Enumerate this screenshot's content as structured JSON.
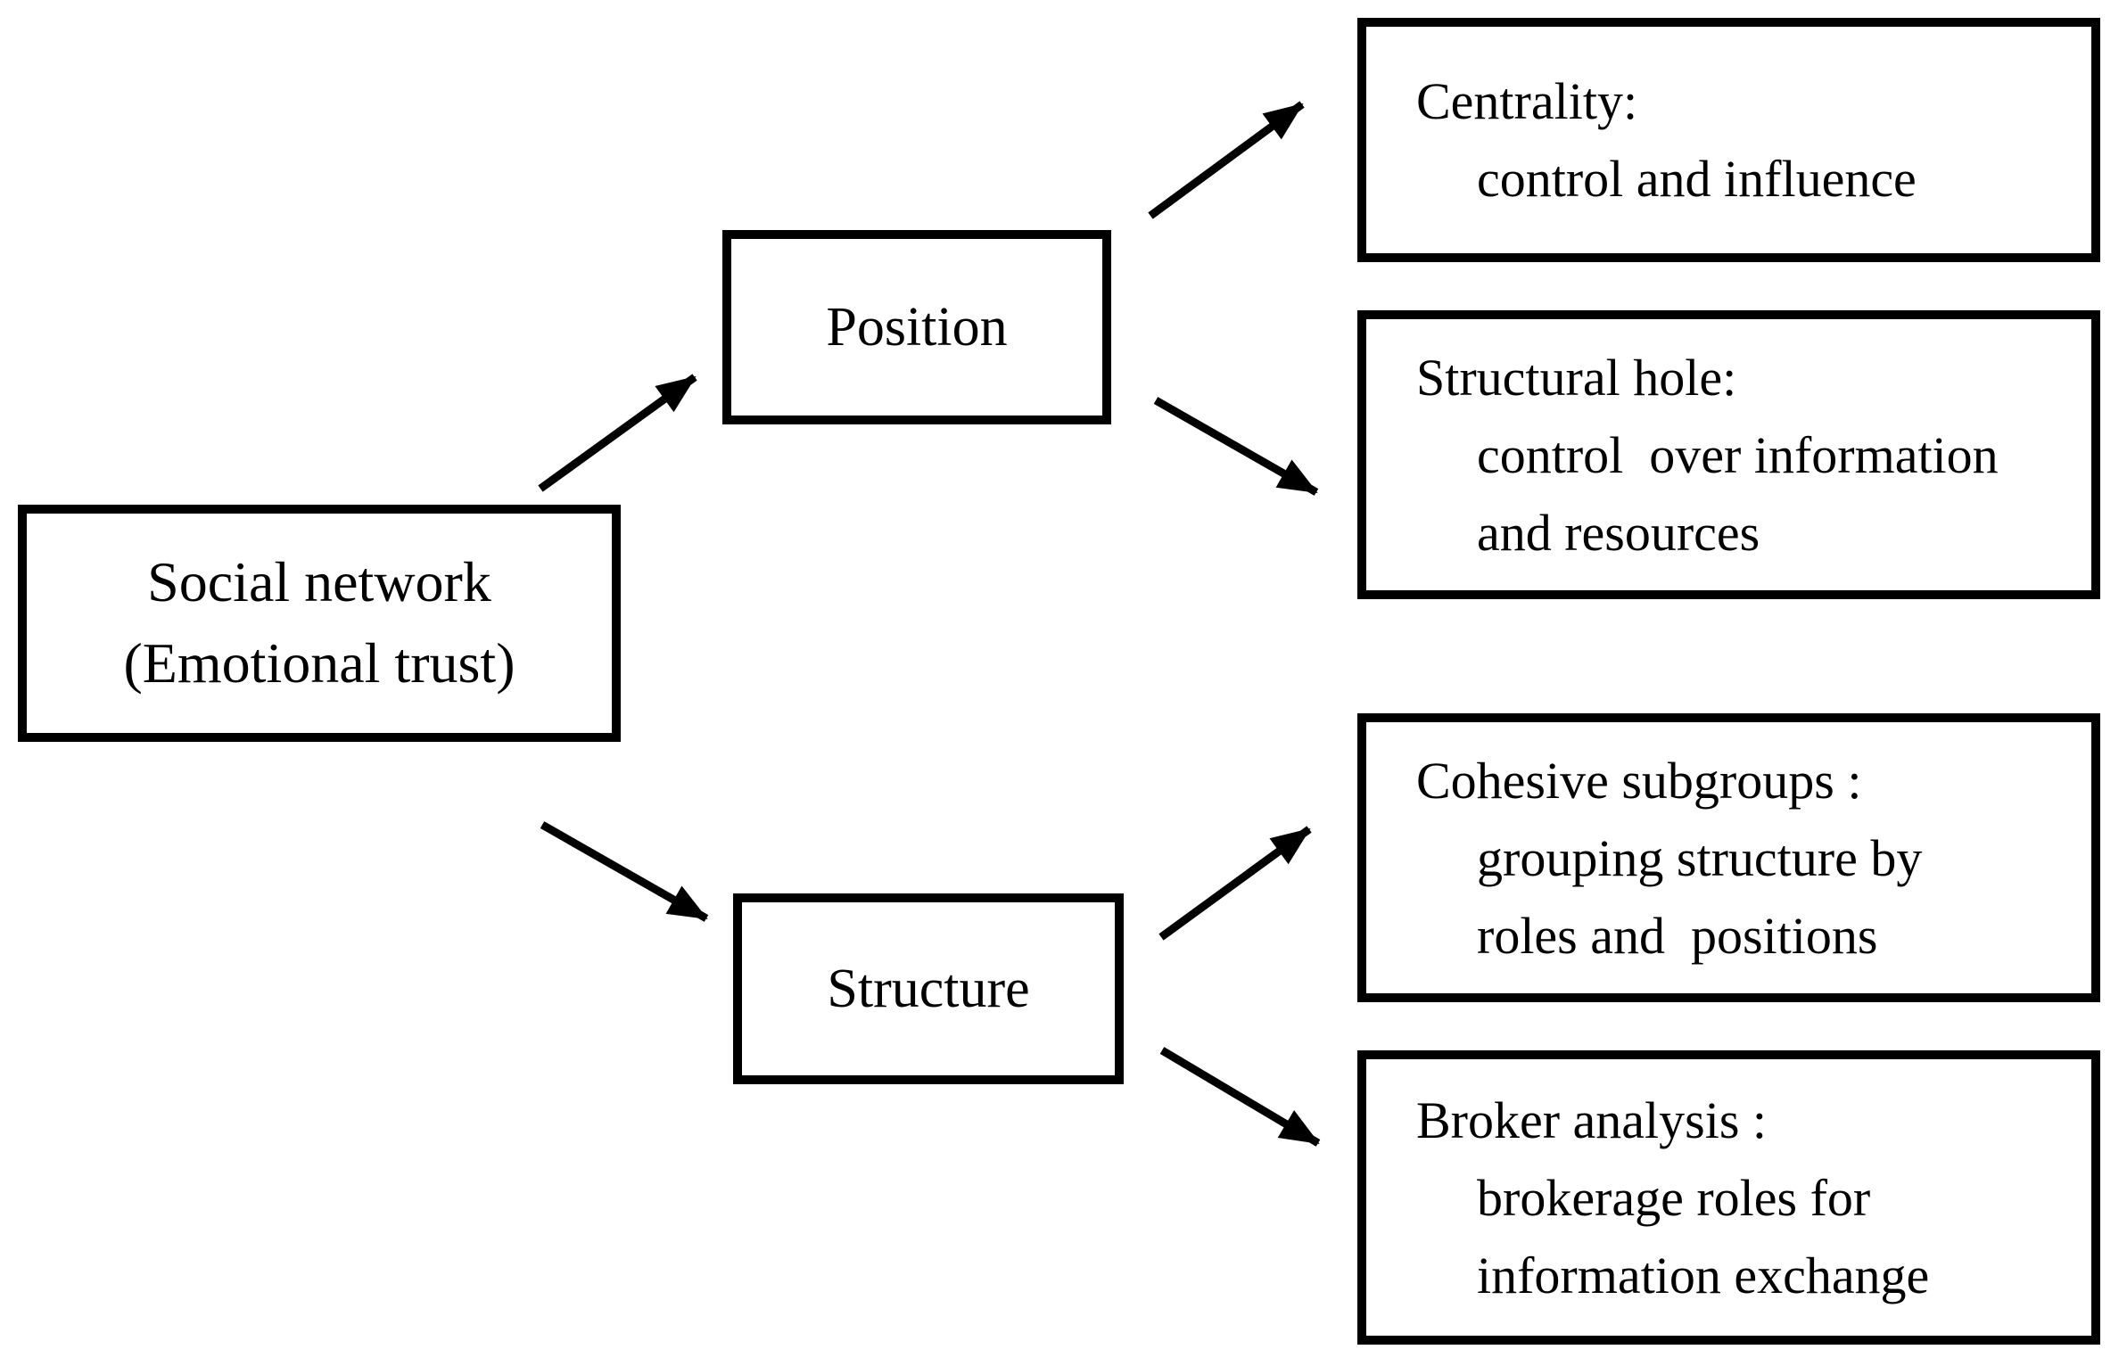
{
  "diagram": {
    "root": {
      "lines": [
        "Social network",
        "(Emotional trust)"
      ]
    },
    "branches": [
      {
        "label": "Position"
      },
      {
        "label": "Structure"
      }
    ],
    "leaves": [
      {
        "title": "Centrality:",
        "lines": [
          "control and influence"
        ]
      },
      {
        "title": "Structural hole:",
        "lines": [
          "control  over information",
          "and resources"
        ]
      },
      {
        "title": "Cohesive subgroups :",
        "lines": [
          "grouping structure by",
          "roles and  positions"
        ]
      },
      {
        "title": "Broker analysis :",
        "lines": [
          "brokerage roles for",
          "information exchange"
        ]
      }
    ],
    "colors": {
      "background": "#ffffff",
      "box_border": "#000000",
      "text": "#000000",
      "arrow": "#000000"
    }
  }
}
